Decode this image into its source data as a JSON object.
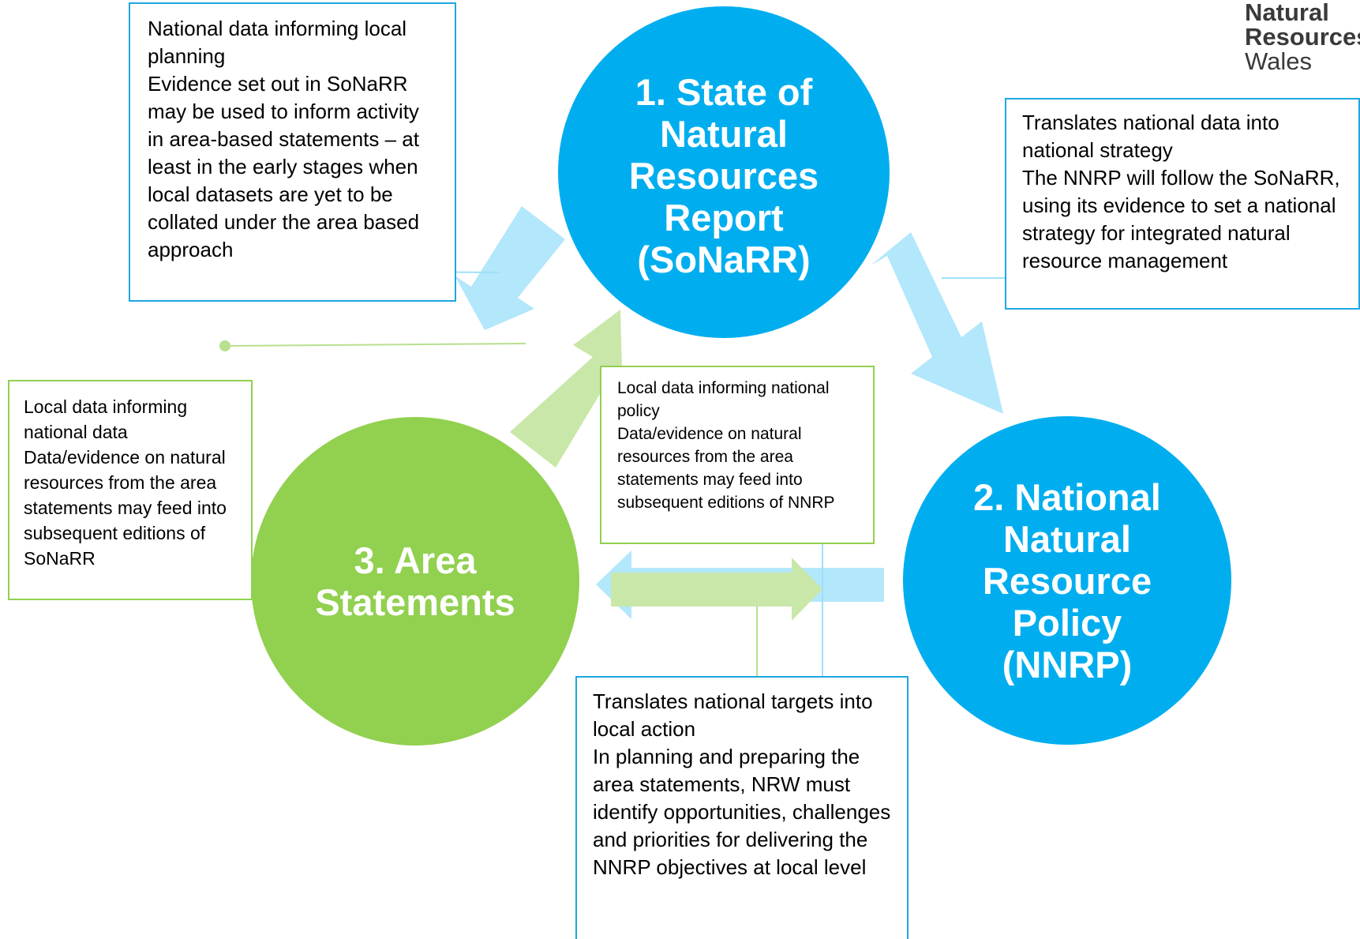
{
  "colors": {
    "blue_circle": "#00aeef",
    "green_circle": "#92d050",
    "light_blue_arrow": "#b3e7fb",
    "light_green_arrow": "#c9e7a8",
    "blue_border": "#1ea7e1",
    "green_border": "#92d050"
  },
  "logo": {
    "line1": "Natural",
    "line2": "Resources",
    "line3": "Wales"
  },
  "nodes": {
    "sonarr": "1. State of\nNatural\nResources\nReport\n(SoNaRR)",
    "nnrp": "2. National\nNatural\nResource\nPolicy\n(NNRP)",
    "area": "3. Area\nStatements"
  },
  "boxes": {
    "sonarr_to_area": "National data informing local planning\nEvidence set out in SoNaRR may be used to inform activity in area-based statements – at least in the early stages  when local datasets are yet to be collated under the area based approach",
    "sonarr_to_nnrp": "Translates national data into national strategy\nThe NNRP will follow the SoNaRR, using its evidence to set a national strategy for integrated natural resource management",
    "area_to_sonarr": "Local data informing national data\nData/evidence on natural resources from the area statements may feed into subsequent editions of SoNaRR",
    "area_to_nnrp": "Local data informing national policy\nData/evidence on natural resources from the area statements may feed into subsequent editions of NNRP",
    "nnrp_to_area": "Translates national targets into local action\nIn planning and preparing the area statements, NRW must identify opportunities, challenges and priorities for delivering the NNRP objectives at local level"
  }
}
